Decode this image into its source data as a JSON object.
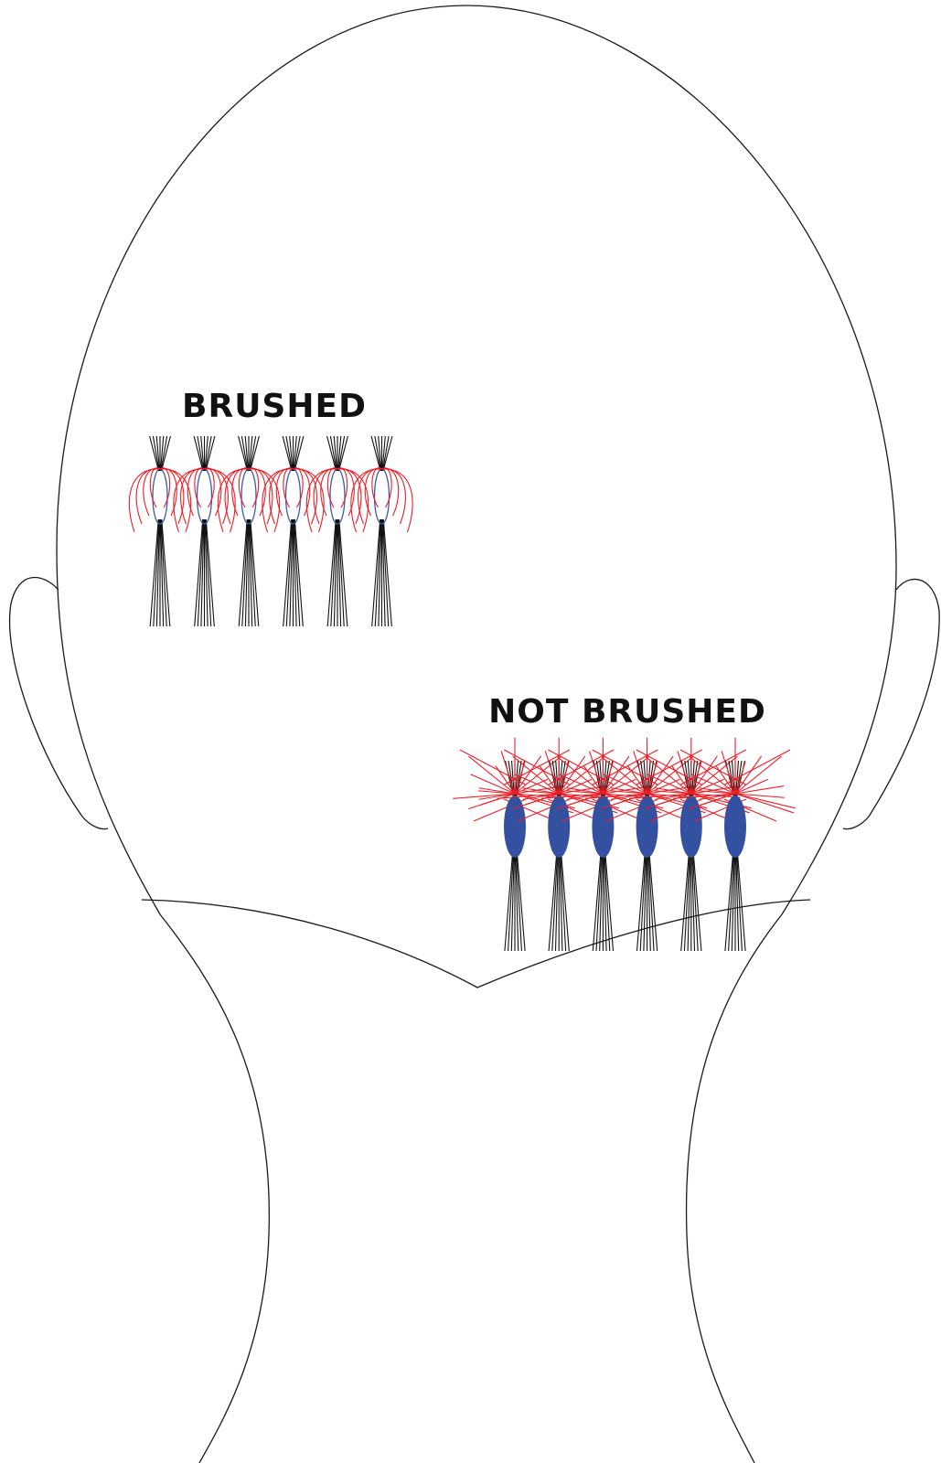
{
  "labels": {
    "brushed": "BRUSHED",
    "not_brushed": "NOT BRUSHED"
  },
  "groups": [
    {
      "id": "brushed",
      "state": "brushed",
      "units": 6
    },
    {
      "id": "not-brushed",
      "state": "not brushed",
      "units": 6
    }
  ],
  "colors": {
    "outline": "#1a1a1a",
    "black_lines": "#111111",
    "red_lines": "#ee1c25",
    "blue_outline": "#3b5aa8",
    "blue_fill": "#3450a0"
  }
}
